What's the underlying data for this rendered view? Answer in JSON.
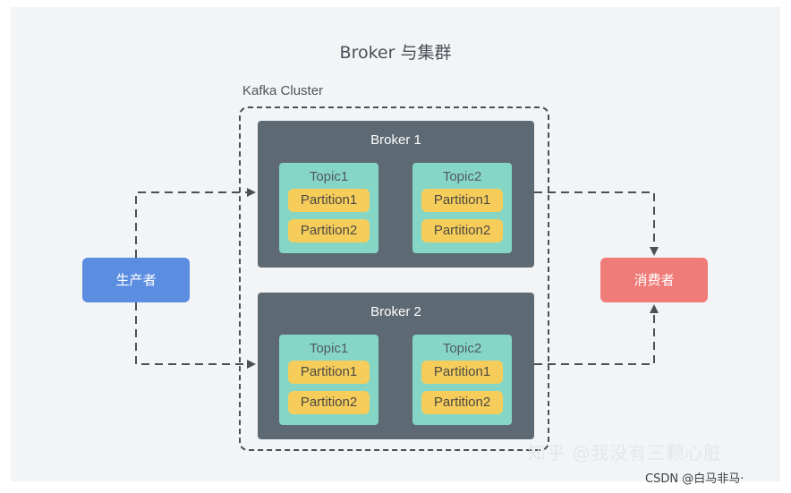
{
  "title": "Broker 与集群",
  "cluster_label": "Kafka Cluster",
  "producer": "生产者",
  "consumer": "消费者",
  "brokers": [
    {
      "name": "Broker 1",
      "topics": [
        {
          "name": "Topic1",
          "partitions": [
            "Partition1",
            "Partition2"
          ]
        },
        {
          "name": "Topic2",
          "partitions": [
            "Partition1",
            "Partition2"
          ]
        }
      ]
    },
    {
      "name": "Broker 2",
      "topics": [
        {
          "name": "Topic1",
          "partitions": [
            "Partition1",
            "Partition2"
          ]
        },
        {
          "name": "Topic2",
          "partitions": [
            "Partition1",
            "Partition2"
          ]
        }
      ]
    }
  ],
  "watermarks": {
    "zhihu": "知乎 @我没有三颗心脏",
    "csdn": "CSDN @白马非马·"
  }
}
